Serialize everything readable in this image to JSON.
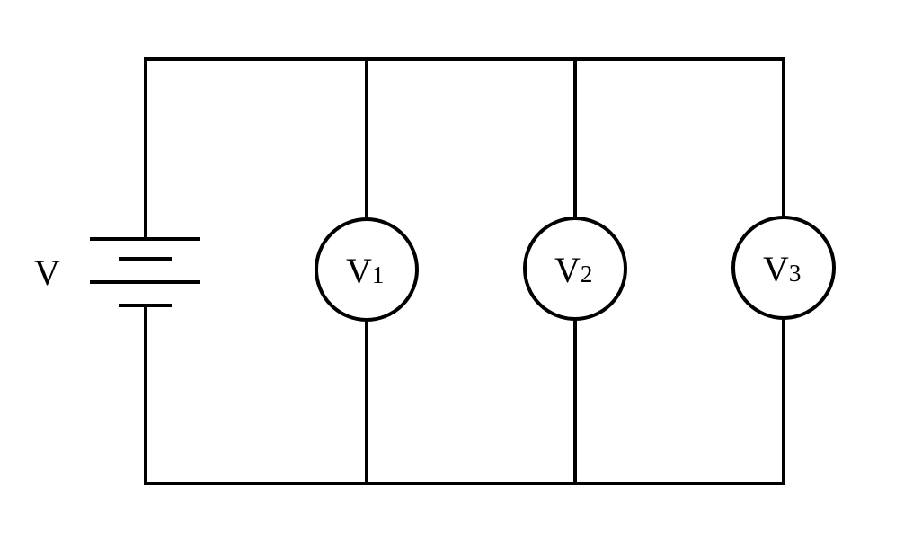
{
  "diagram": {
    "battery": {
      "label": "V"
    },
    "voltmeters": [
      {
        "symbol": "V",
        "subscript": "1"
      },
      {
        "symbol": "V",
        "subscript": "2"
      },
      {
        "symbol": "V",
        "subscript": "3"
      }
    ],
    "colors": {
      "line": "#000000",
      "background": "#ffffff"
    }
  }
}
